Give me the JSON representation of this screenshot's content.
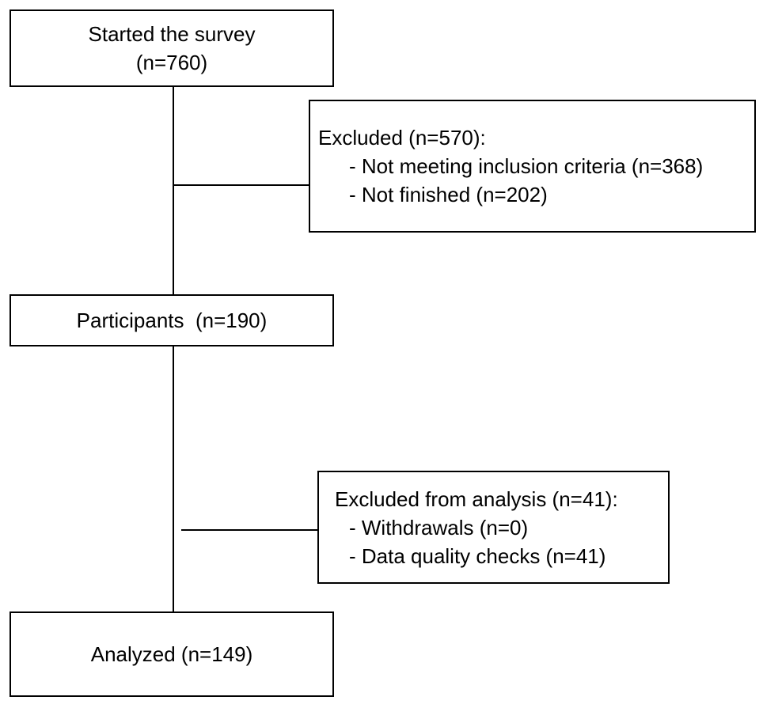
{
  "flowchart": {
    "started": {
      "title": "Started the survey",
      "count": "(n=760)"
    },
    "excluded": {
      "heading": "Excluded (n=570):",
      "items": [
        "- Not meeting inclusion criteria (n=368)",
        "- Not finished (n=202)"
      ]
    },
    "participants": {
      "label": "Participants  (n=190)"
    },
    "excluded_analysis": {
      "heading": "Excluded from analysis (n=41):",
      "items": [
        "- Withdrawals (n=0)",
        "- Data quality checks (n=41)"
      ]
    },
    "analyzed": {
      "label": "Analyzed (n=149)"
    }
  }
}
